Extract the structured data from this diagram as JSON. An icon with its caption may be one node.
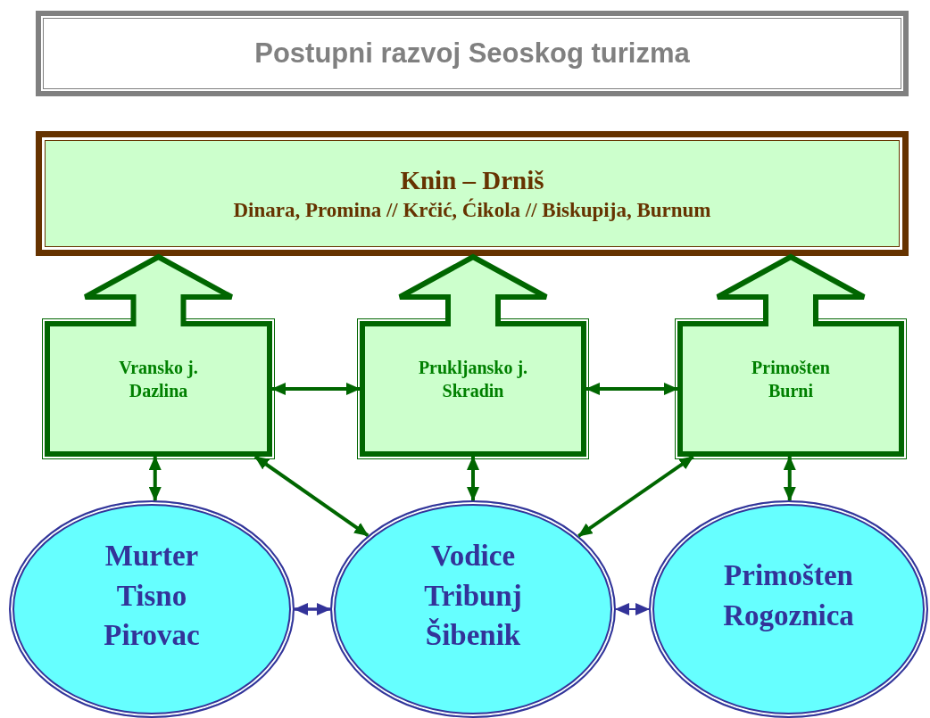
{
  "diagram": {
    "title": "Postupni razvoj Seoskog turizma",
    "nodes": [
      {
        "text": [
          "Knin – Drniš",
          "Dinara, Promina // Krčić, Ćikola // Biskupija, Burnum"
        ]
      },
      {
        "text": [
          "Vransko j. Dazlina"
        ]
      },
      {
        "text": [
          "Prukljansko j. Skradin"
        ]
      },
      {
        "text": [
          "Primošten Burni"
        ]
      },
      {
        "text": [
          "Murter Tisno Pirovac"
        ]
      },
      {
        "text": [
          "Vodice Tribunj Šibenik"
        ]
      },
      {
        "text": [
          "Primošten Rogoznica"
        ]
      }
    ],
    "edges": [
      {
        "from": 1,
        "to": 0,
        "arrow": "to",
        "style": "thick"
      },
      {
        "from": 2,
        "to": 0,
        "arrow": "to",
        "style": "thick"
      },
      {
        "from": 3,
        "to": 0,
        "arrow": "to",
        "style": "thick"
      },
      {
        "from": 1,
        "to": 2,
        "arrow": "both"
      },
      {
        "from": 2,
        "to": 3,
        "arrow": "both"
      },
      {
        "from": 1,
        "to": 4,
        "arrow": "both"
      },
      {
        "from": 1,
        "to": 5,
        "arrow": "both"
      },
      {
        "from": 2,
        "to": 5,
        "arrow": "both"
      },
      {
        "from": 3,
        "to": 5,
        "arrow": "both"
      },
      {
        "from": 3,
        "to": 6,
        "arrow": "both"
      },
      {
        "from": 4,
        "to": 5,
        "arrow": "both",
        "color": "#333399"
      },
      {
        "from": 5,
        "to": 6,
        "arrow": "both",
        "color": "#333399"
      }
    ]
  }
}
